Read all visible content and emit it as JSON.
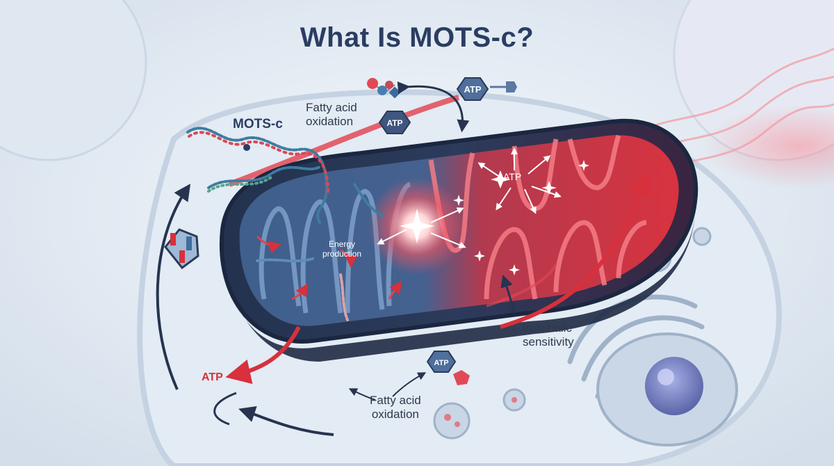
{
  "title": "What Is MOTS-c?",
  "labels": {
    "mots_c": "MOTS-c",
    "fatty_acid_top": "Fatty acid\noxidation",
    "fatty_acid_bottom": "Fatty acid\noxidation",
    "energy_production": "Energy\nproduction",
    "insulin_sensitivity": "Insuihalic\nsensitivity",
    "atp_center": "ATP",
    "atp_left": "ATP",
    "atp_badge_top": "ATP",
    "atp_badge_small": "ATP",
    "atp_badge_bottom": "ATP"
  },
  "colors": {
    "title": "#2a3d62",
    "membrane_dark": "#2b3a57",
    "cristae_blue": "#4d6f9a",
    "glow_red": "#e83f4a",
    "atp_red": "#d6303a",
    "cell_bg": "#dbe6f1"
  },
  "icons": [
    "molecule-icon",
    "recycle-icon",
    "star-burst-icon",
    "protein-blob-icon"
  ]
}
